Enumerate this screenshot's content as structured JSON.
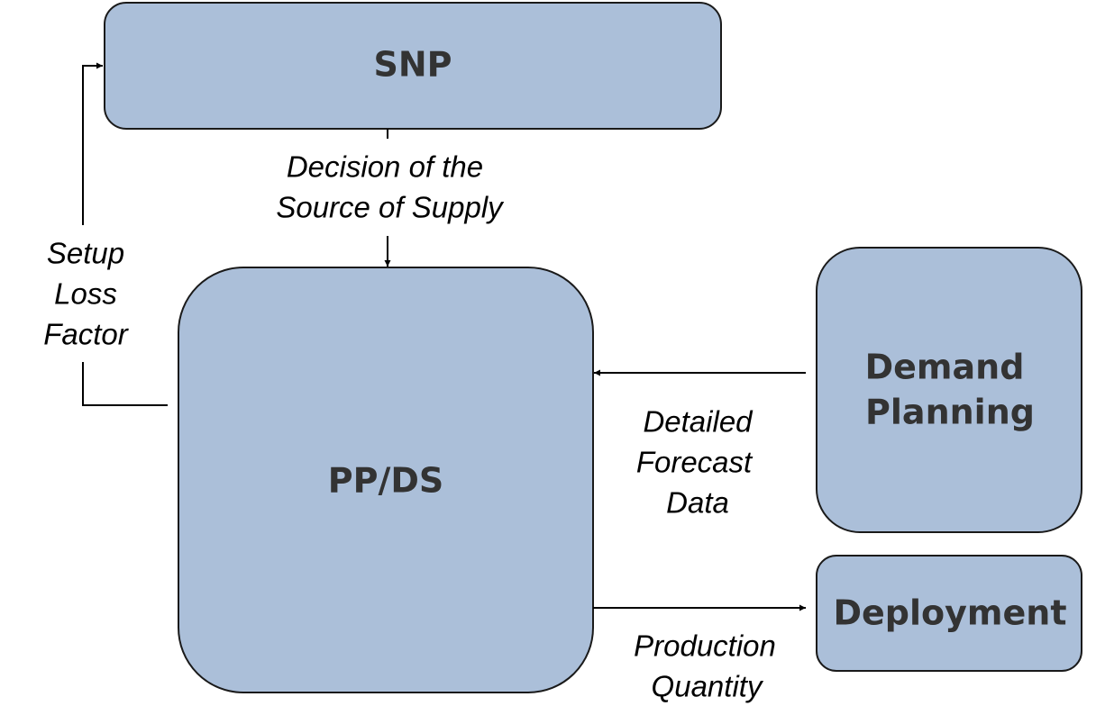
{
  "nodes": {
    "snp": {
      "label": "SNP"
    },
    "ppds": {
      "label": "PP/DS"
    },
    "demand_planning": {
      "label_lines": [
        "Demand",
        "Planning"
      ]
    },
    "deployment": {
      "label": "Deployment"
    }
  },
  "edges": {
    "snp_to_ppds": {
      "label_lines": [
        "Decision of the",
        "Source of Supply"
      ]
    },
    "ppds_to_snp": {
      "label_lines": [
        "Setup",
        "Loss",
        "Factor"
      ]
    },
    "demand_to_ppds": {
      "label_lines": [
        "Detailed",
        "Forecast",
        "Data"
      ]
    },
    "ppds_to_deployment": {
      "label_lines": [
        "Production",
        "Quantity"
      ]
    }
  },
  "colors": {
    "box_fill": "#abbfd9",
    "box_stroke": "#1a1a1a",
    "box_text": "#333333",
    "line": "#000000"
  }
}
